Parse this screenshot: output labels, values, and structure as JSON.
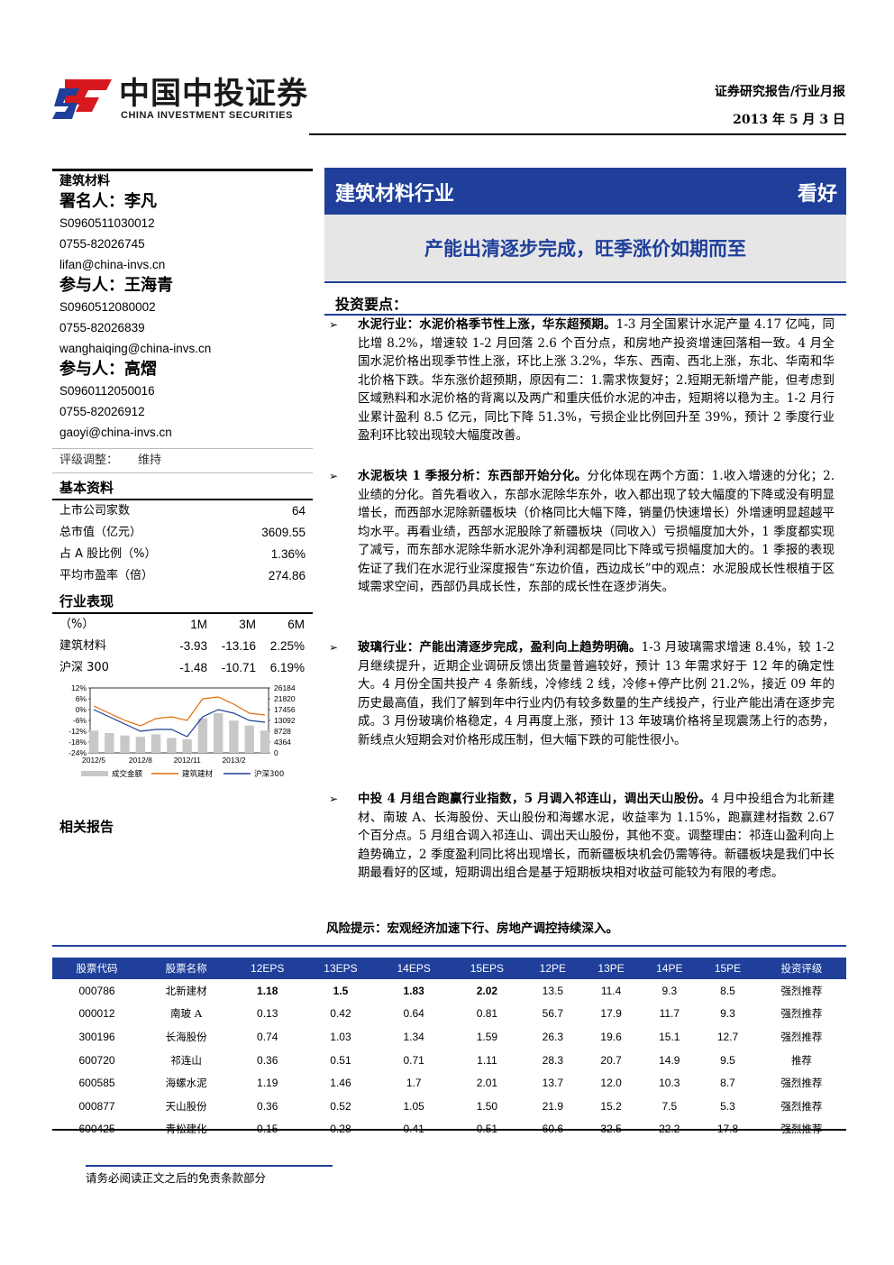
{
  "header": {
    "brand_cn": "中国中投证券",
    "brand_en": "CHINA INVESTMENT SECURITIES",
    "report_type": "证券研究报告/行业月报",
    "report_date": "2013 年 5 月 3 日",
    "brand_color": "#1f3f9a",
    "logo_red": "#d7181e"
  },
  "left": {
    "sector": "建筑材料",
    "authors": [
      {
        "role": "署名人：李凡",
        "license": "S0960511030012",
        "phone": "0755-82026745",
        "email": "lifan@china-invs.cn"
      },
      {
        "role": "参与人：王海青",
        "license": "S0960512080002",
        "phone": "0755-82026839",
        "email": "wanghaiqing@china-invs.cn"
      },
      {
        "role": "参与人：高熠",
        "license": "S0960112050016",
        "phone": "0755-82026912",
        "email": "gaoyi@china-invs.cn"
      }
    ],
    "rating_label": "评级调整：",
    "rating_value": "维持",
    "basics_title": "基本资料",
    "basics": [
      {
        "k": "上市公司家数",
        "v": "64"
      },
      {
        "k": "总市值（亿元）",
        "v": "3609.55"
      },
      {
        "k": "占 A 股比例（%）",
        "v": "1.36%"
      },
      {
        "k": "平均市盈率（倍）",
        "v": "274.86"
      }
    ],
    "perf_title": "行业表现",
    "perf_header": [
      "（%）",
      "1M",
      "3M",
      "6M"
    ],
    "perf_rows": [
      [
        "建筑材料",
        "-3.93",
        "-13.16",
        "2.25%"
      ],
      [
        "沪深 300",
        "-1.48",
        "-10.71",
        "6.19%"
      ]
    ],
    "related_title": "相关报告"
  },
  "chart_data": {
    "type": "line",
    "title": "",
    "y_left_ticks": [
      "12%",
      "6%",
      "0%",
      "-6%",
      "-12%",
      "-18%",
      "-24%"
    ],
    "y_right_ticks": [
      "26184",
      "21820",
      "17456",
      "13092",
      "8728",
      "4364",
      "0"
    ],
    "x_ticks": [
      "2012/5",
      "2012/8",
      "2012/11",
      "2013/2"
    ],
    "ylim_left": [
      -24,
      12
    ],
    "ylim_right": [
      0,
      26184
    ],
    "legend": [
      "成交金额",
      "建筑建材",
      "沪深300"
    ],
    "series_colors": {
      "成交金额": "#c8c8c8",
      "建筑建材": "#e46c0a",
      "沪深300": "#1f3f9a"
    },
    "x": [
      "2012/5",
      "2012/6",
      "2012/7",
      "2012/8",
      "2012/9",
      "2012/10",
      "2012/11",
      "2012/12",
      "2013/1",
      "2013/2",
      "2013/3",
      "2013/4"
    ],
    "series": [
      {
        "name": "成交金额",
        "axis": "right",
        "values": [
          9000,
          8000,
          7000,
          6500,
          7500,
          6000,
          5500,
          14000,
          16000,
          13000,
          11000,
          9000
        ]
      },
      {
        "name": "建筑建材",
        "axis": "left",
        "values": [
          2,
          -2,
          -6,
          -9,
          -5,
          -4,
          -6,
          6,
          7,
          3,
          -2,
          -3
        ]
      },
      {
        "name": "沪深300",
        "axis": "left",
        "values": [
          0,
          -4,
          -8,
          -12,
          -11,
          -11,
          -15,
          -4,
          0,
          -2,
          -6,
          -7
        ]
      }
    ]
  },
  "right": {
    "title": "建筑材料行业",
    "rating": "看好",
    "subtitle": "产能出清逐步完成，旺季涨价如期而至",
    "points_title": "投资要点：",
    "bullet": "➢",
    "points": [
      {
        "lead": "水泥行业：水泥价格季节性上涨，华东超预期。",
        "text": "1-3 月全国累计水泥产量 4.17 亿吨，同比增 8.2%，增速较 1-2 月回落 2.6 个百分点，和房地产投资增速回落相一致。4 月全国水泥价格出现季节性上涨，环比上涨 3.2%，华东、西南、西北上涨，东北、华南和华北价格下跌。华东涨价超预期，原因有二：1.需求恢复好；2.短期无新增产能，但考虑到区域熟料和水泥价格的背离以及两广和重庆低价水泥的冲击，短期将以稳为主。1-2 月行业累计盈利 8.5 亿元，同比下降 51.3%，亏损企业比例回升至 39%，预计 2 季度行业盈利环比较出现较大幅度改善。"
      },
      {
        "lead": "水泥板块 1 季报分析：东西部开始分化。",
        "text": "分化体现在两个方面：1.收入增速的分化；2.业绩的分化。首先看收入，东部水泥除华东外，收入都出现了较大幅度的下降或没有明显增长，而西部水泥除新疆板块（价格同比大幅下降，销量仍快速增长）外增速明显超越平均水平。再看业绩，西部水泥股除了新疆板块（同收入）亏损幅度加大外，1 季度都实现了减亏，而东部水泥除华新水泥外净利润都是同比下降或亏损幅度加大的。1 季报的表现佐证了我们在水泥行业深度报告“东边价值，西边成长”中的观点：水泥股成长性根植于区域需求空间，西部仍具成长性，东部的成长性在逐步消失。"
      },
      {
        "lead": "玻璃行业：产能出清逐步完成，盈利向上趋势明确。",
        "text": "1-3 月玻璃需求增速 8.4%，较 1-2 月继续提升，近期企业调研反馈出货量普遍较好，预计 13 年需求好于 12 年的确定性大。4 月份全国共投产 4 条新线，冷修线 2 线，冷修+停产比例 21.2%，接近 09 年的历史最高值，我们了解到年中行业内仍有较多数量的生产线投产，行业产能出清在逐步完成。3 月份玻璃价格稳定，4 月再度上涨，预计 13 年玻璃价格将呈现震荡上行的态势，新线点火短期会对价格形成压制，但大幅下跌的可能性很小。"
      },
      {
        "lead": "中投 4 月组合跑赢行业指数，5 月调入祁连山，调出天山股份。",
        "text": "4 月中投组合为北新建材、南玻 A、长海股份、天山股份和海螺水泥，收益率为 1.15%，跑赢建材指数 2.67 个百分点。5 月组合调入祁连山、调出天山股份，其他不变。调整理由：祁连山盈利向上趋势确立，2 季度盈利同比将出现增长，而新疆板块机会仍需等待。新疆板块是我们中长期最看好的区域，短期调出组合是基于短期板块相对收益可能较为有限的考虑。"
      }
    ],
    "risk": "风险提示：宏观经济加速下行、房地产调控持续深入。"
  },
  "table": {
    "headers": [
      "股票代码",
      "股票名称",
      "12EPS",
      "13EPS",
      "14EPS",
      "15EPS",
      "12PE",
      "13PE",
      "14PE",
      "15PE",
      "投资评级"
    ],
    "rows": [
      [
        "000786",
        "北新建材",
        "1.18",
        "1.5",
        "1.83",
        "2.02",
        "13.5",
        "11.4",
        "9.3",
        "8.5",
        "强烈推荐"
      ],
      [
        "000012",
        "南玻 A",
        "0.13",
        "0.42",
        "0.64",
        "0.81",
        "56.7",
        "17.9",
        "11.7",
        "9.3",
        "强烈推荐"
      ],
      [
        "300196",
        "长海股份",
        "0.74",
        "1.03",
        "1.34",
        "1.59",
        "26.3",
        "19.6",
        "15.1",
        "12.7",
        "强烈推荐"
      ],
      [
        "600720",
        "祁连山",
        "0.36",
        "0.51",
        "0.71",
        "1.11",
        "28.3",
        "20.7",
        "14.9",
        "9.5",
        "推荐"
      ],
      [
        "600585",
        "海螺水泥",
        "1.19",
        "1.46",
        "1.7",
        "2.01",
        "13.7",
        "12.0",
        "10.3",
        "8.7",
        "强烈推荐"
      ],
      [
        "000877",
        "天山股份",
        "0.36",
        "0.52",
        "1.05",
        "1.50",
        "21.9",
        "15.2",
        "7.5",
        "5.3",
        "强烈推荐"
      ],
      [
        "600425",
        "青松建化",
        "0.15",
        "0.28",
        "0.41",
        "0.51",
        "60.6",
        "32.5",
        "22.2",
        "17.8",
        "强烈推荐"
      ]
    ]
  },
  "footer": {
    "text": "请务必阅读正文之后的免责条款部分"
  }
}
